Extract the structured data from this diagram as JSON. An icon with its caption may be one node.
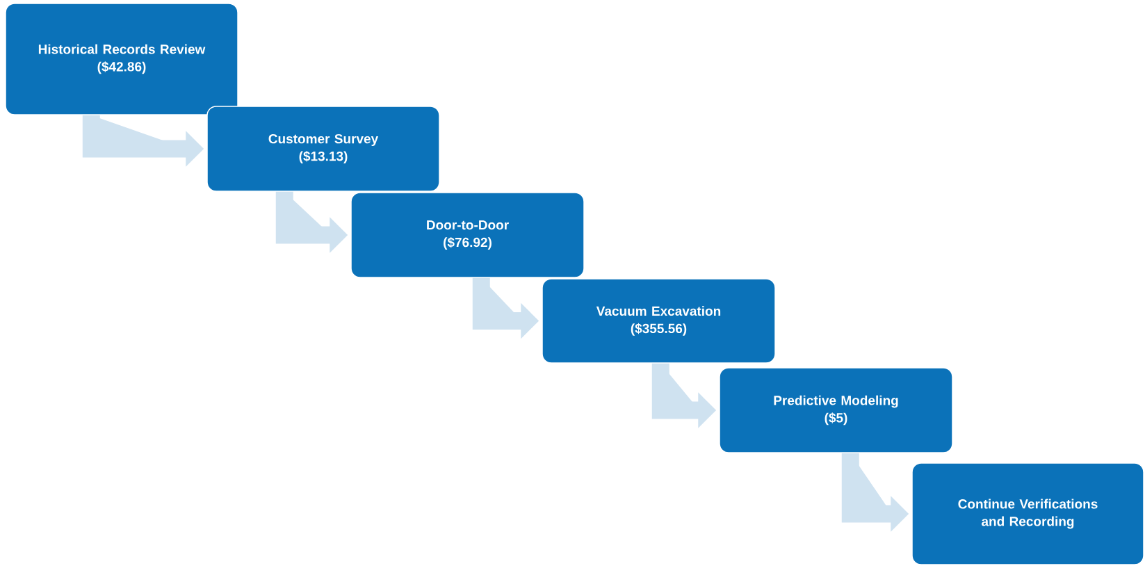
{
  "diagram": {
    "nodes": [
      {
        "text": [
          "Historical Records Review",
          "($42.86)"
        ]
      },
      {
        "text": [
          "Customer Survey",
          "($13.13)"
        ]
      },
      {
        "text": [
          "Door-to-Door",
          "($76.92)"
        ]
      },
      {
        "text": [
          "Vacuum Excavation",
          "($355.56)"
        ]
      },
      {
        "text": [
          "Predictive Modeling",
          "($5)"
        ]
      },
      {
        "text": [
          "Continue Verifications and Recording"
        ]
      }
    ],
    "edges": [
      {
        "from": 0,
        "to": 1,
        "arrow": "to"
      },
      {
        "from": 1,
        "to": 2,
        "arrow": "to"
      },
      {
        "from": 2,
        "to": 3,
        "arrow": "to"
      },
      {
        "from": 3,
        "to": 4,
        "arrow": "to"
      },
      {
        "from": 4,
        "to": 5,
        "arrow": "to"
      }
    ]
  }
}
